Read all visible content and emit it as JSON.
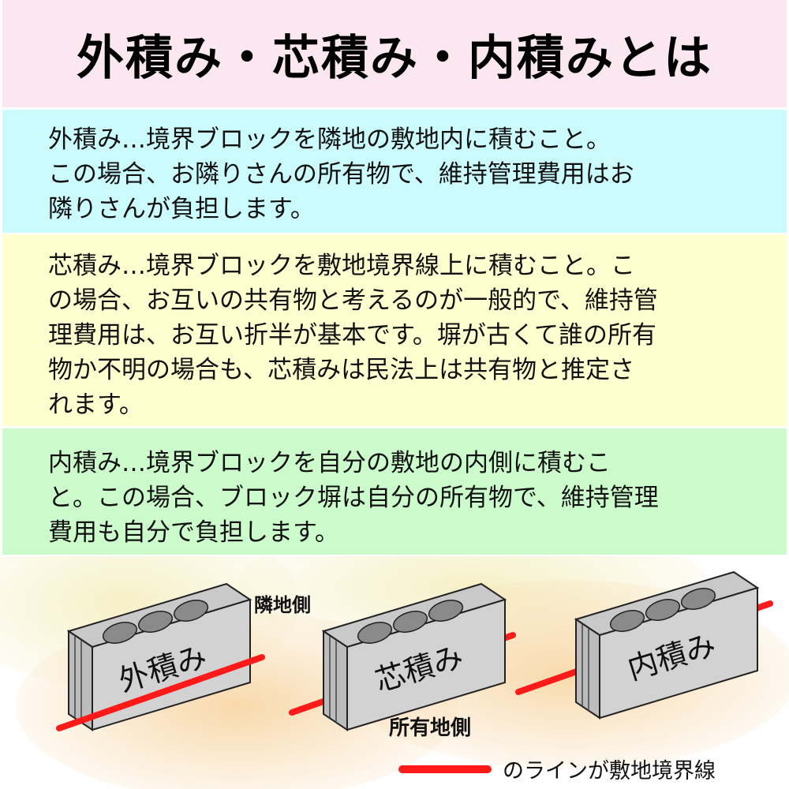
{
  "header": {
    "title": "外積み・芯積み・内積みとは"
  },
  "sections": [
    {
      "id": "soto",
      "bg_color": "#ccfbfd",
      "lines": [
        "外積み…境界ブロックを隣地の敷地内に積むこと。",
        "この場合、お隣りさんの所有物で、維持管理費用はお",
        "隣りさんが負担します。"
      ]
    },
    {
      "id": "shin",
      "bg_color": "#ffffcf",
      "lines": [
        "芯積み…境界ブロックを敷地境界線上に積むこと。こ",
        "の場合、お互いの共有物と考えるのが一般的で、維持管",
        "理費用は、お互い折半が基本です。塀が古くて誰の所有",
        "物か不明の場合も、芯積みは民法上は共有物と推定さ",
        "れます。"
      ]
    },
    {
      "id": "uchi",
      "bg_color": "#ccfccc",
      "lines": [
        "内積み…境界ブロックを自分の敷地の内側に積むこ",
        "と。この場合、ブロック塀は自分の所有物で、維持管理",
        "費用も自分で負担します。"
      ]
    }
  ],
  "illustration": {
    "blocks": [
      {
        "label": "外積み",
        "icon": "concrete-block-icon"
      },
      {
        "label": "芯積み",
        "icon": "concrete-block-icon"
      },
      {
        "label": "内積み",
        "icon": "concrete-block-icon"
      }
    ],
    "neighbor_side_label": "隣地側",
    "own_side_label": "所有地側",
    "legend_text": "のラインが敷地境界線",
    "boundary_color": "#ff1a1a",
    "title_bg_color": "#fbe7ef"
  }
}
